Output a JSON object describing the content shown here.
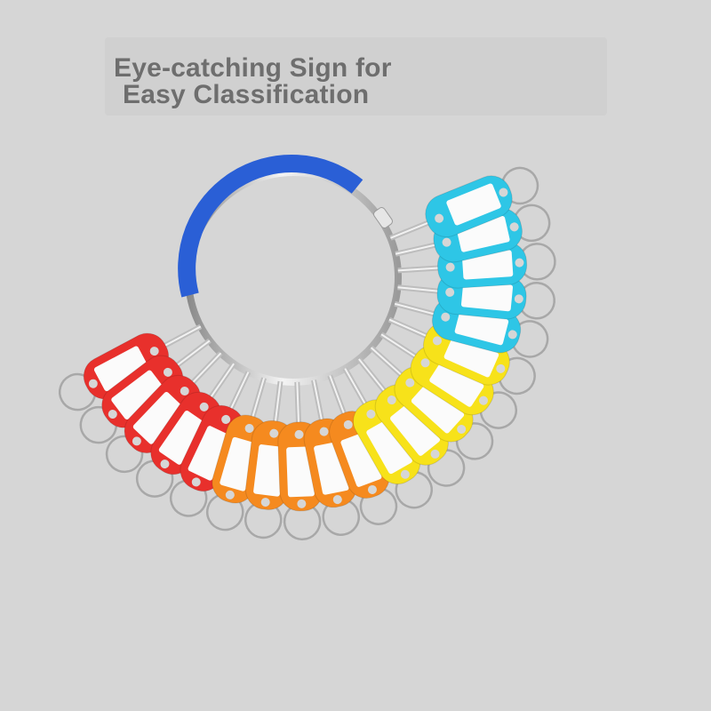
{
  "headline": {
    "line1": "Eye-catching Sign for",
    "line2": "Easy Classification"
  },
  "product": {
    "name": "key tags on carabiner ring",
    "tag_count": 20,
    "tag_groups": [
      {
        "color_name": "red",
        "count": 5,
        "color": "#e8302c"
      },
      {
        "color_name": "orange",
        "count": 5,
        "color": "#f58a1f"
      },
      {
        "color_name": "yellow",
        "count": 5,
        "color": "#f7e21a"
      },
      {
        "color_name": "cyan",
        "count": 5,
        "color": "#2ec6e6"
      }
    ],
    "ring_sleeve_color": "#2a5fd6",
    "metal_color": "#c8c8c8",
    "label_color": "#fbfbfb"
  },
  "background_color": "#d6d6d6"
}
